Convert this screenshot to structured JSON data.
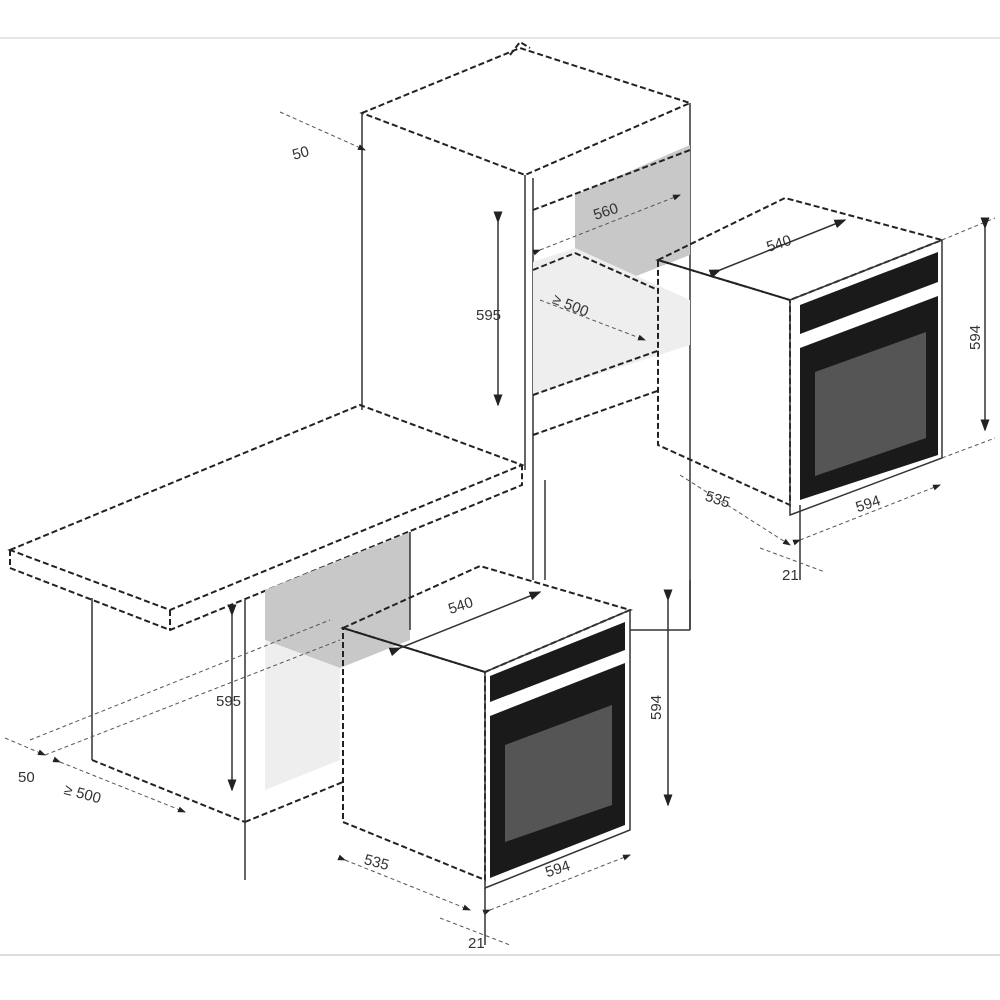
{
  "title": "Built-in oven installation dimensions (mm)",
  "colors": {
    "line": "#222222",
    "niche_back": "#c8c8c8",
    "niche_floor": "#eeeeee",
    "oven_glass": "#1a1a1a",
    "oven_window": "#555555"
  },
  "tall_cabinet": {
    "top_gap": "50",
    "niche_width": "560",
    "niche_height": "595",
    "niche_depth": "≥ 500"
  },
  "upper_oven": {
    "top_depth": "540",
    "height": "594",
    "body_depth": "535",
    "width": "594",
    "front_thickness": "21"
  },
  "under_counter": {
    "niche_height": "595",
    "rear_gap": "50",
    "niche_depth": "≥ 500"
  },
  "lower_oven": {
    "top_depth": "540",
    "height": "594",
    "body_depth": "535",
    "width": "594",
    "front_thickness": "21"
  }
}
